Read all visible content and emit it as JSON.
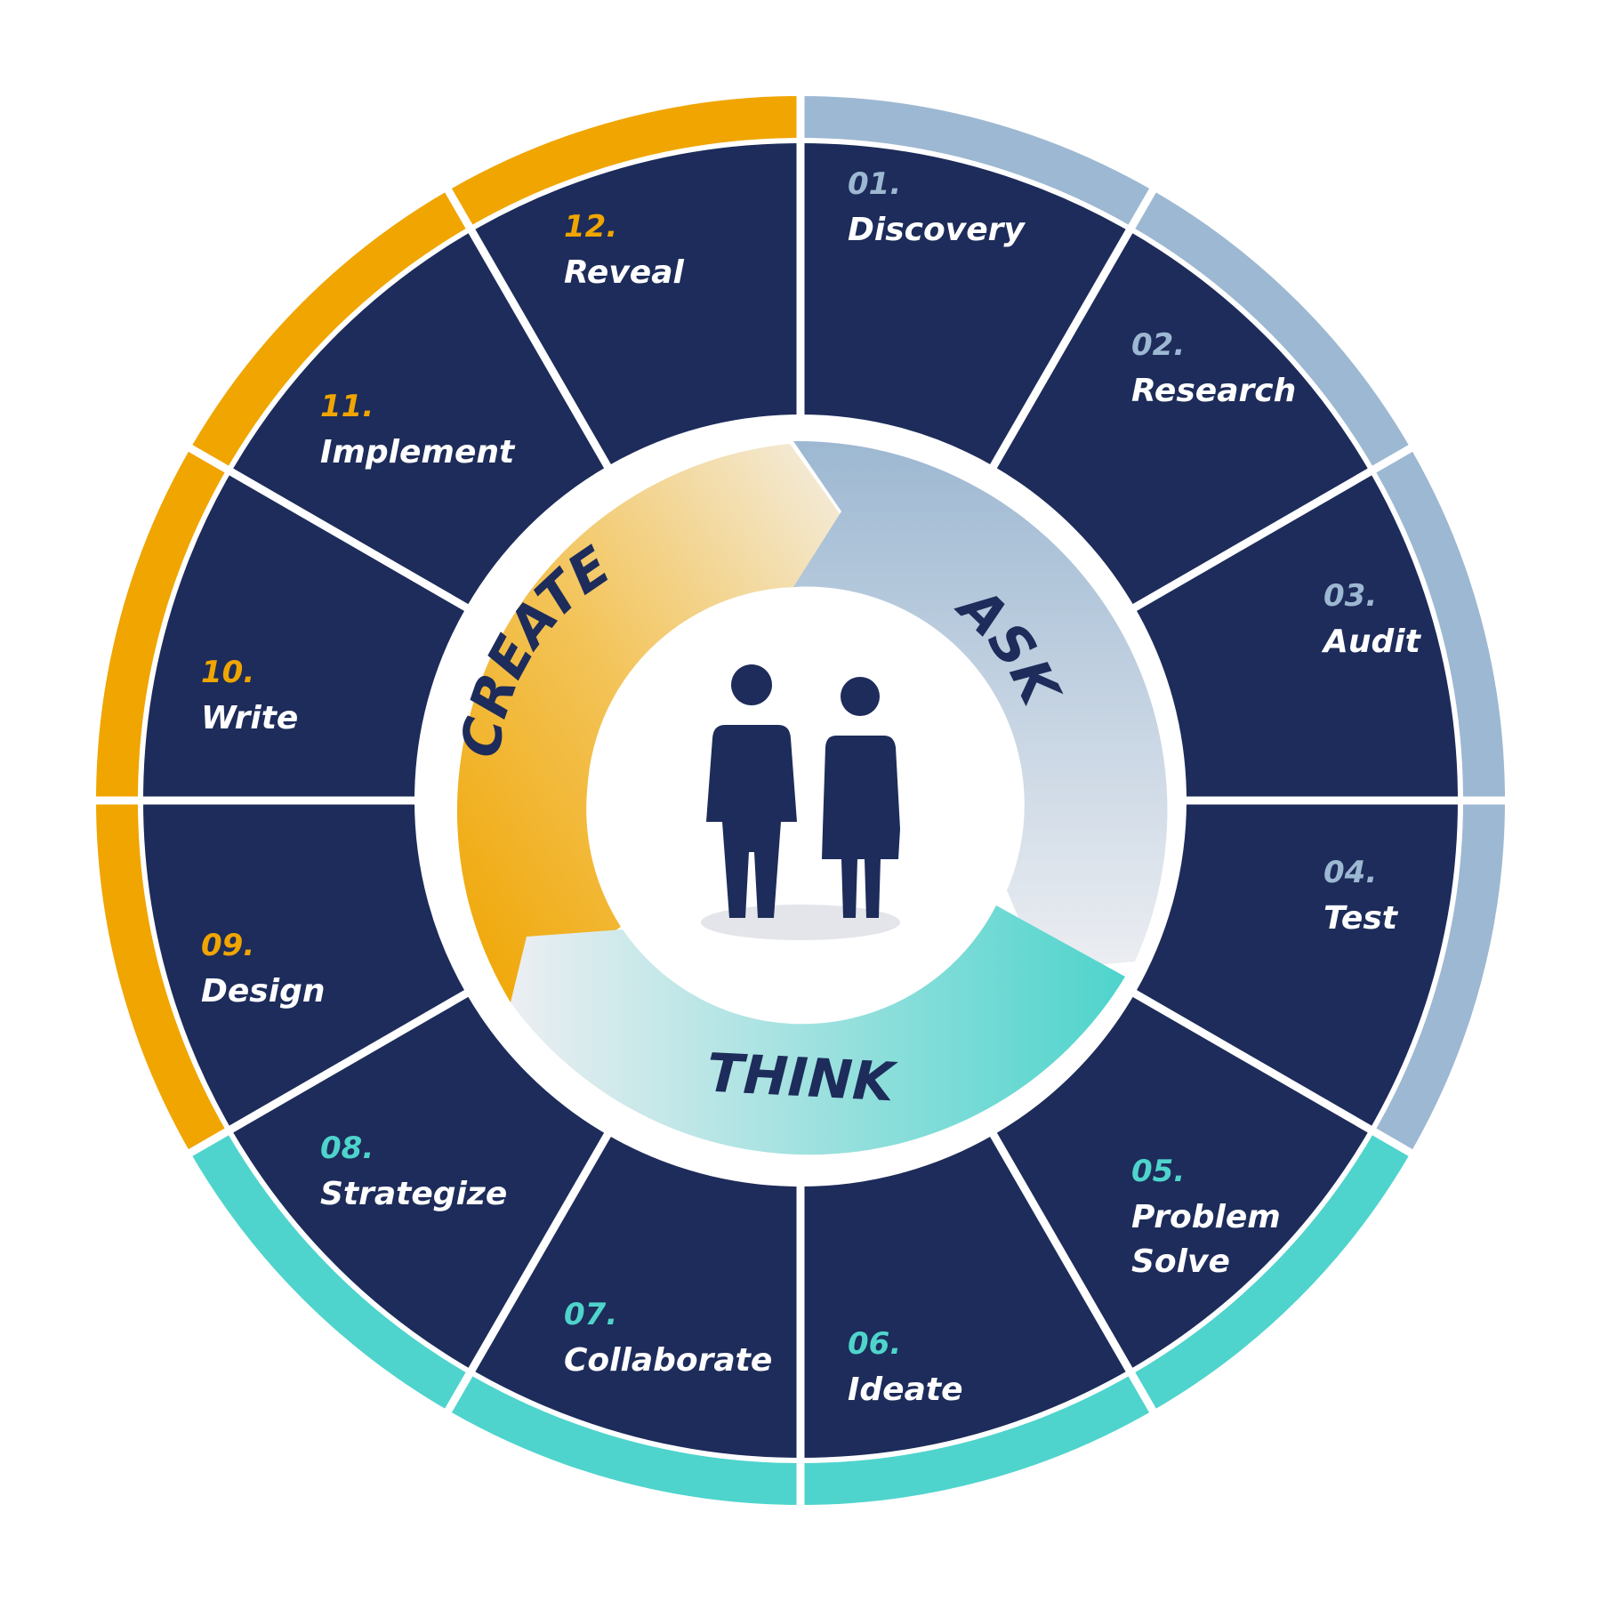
{
  "diagram": {
    "colors": {
      "navy": "#1d2c5a",
      "ask": "#9db8d2",
      "think": "#4ed4cc",
      "create": "#f0a500",
      "divider": "#ffffff",
      "shadow": "#e3e5ea"
    },
    "phases": [
      {
        "key": "ask",
        "label": "ASK",
        "color": "#9db8d2"
      },
      {
        "key": "think",
        "label": "THINK",
        "color": "#4ed4cc"
      },
      {
        "key": "create",
        "label": "CREATE",
        "color": "#f0a500"
      }
    ],
    "steps": [
      {
        "num": "01.",
        "lines": [
          "Discovery"
        ],
        "phase": "ask"
      },
      {
        "num": "02.",
        "lines": [
          "Research"
        ],
        "phase": "ask"
      },
      {
        "num": "03.",
        "lines": [
          "Audit"
        ],
        "phase": "ask"
      },
      {
        "num": "04.",
        "lines": [
          "Test"
        ],
        "phase": "ask"
      },
      {
        "num": "05.",
        "lines": [
          "Problem",
          "Solve"
        ],
        "phase": "think"
      },
      {
        "num": "06.",
        "lines": [
          "Ideate"
        ],
        "phase": "think"
      },
      {
        "num": "07.",
        "lines": [
          "Collaborate"
        ],
        "phase": "think"
      },
      {
        "num": "08.",
        "lines": [
          "Strategize"
        ],
        "phase": "think"
      },
      {
        "num": "09.",
        "lines": [
          "Design"
        ],
        "phase": "create"
      },
      {
        "num": "10.",
        "lines": [
          "Write"
        ],
        "phase": "create"
      },
      {
        "num": "11.",
        "lines": [
          "Implement"
        ],
        "phase": "create"
      },
      {
        "num": "12.",
        "lines": [
          "Reveal"
        ],
        "phase": "create"
      }
    ],
    "center_icon": "people-icon"
  }
}
